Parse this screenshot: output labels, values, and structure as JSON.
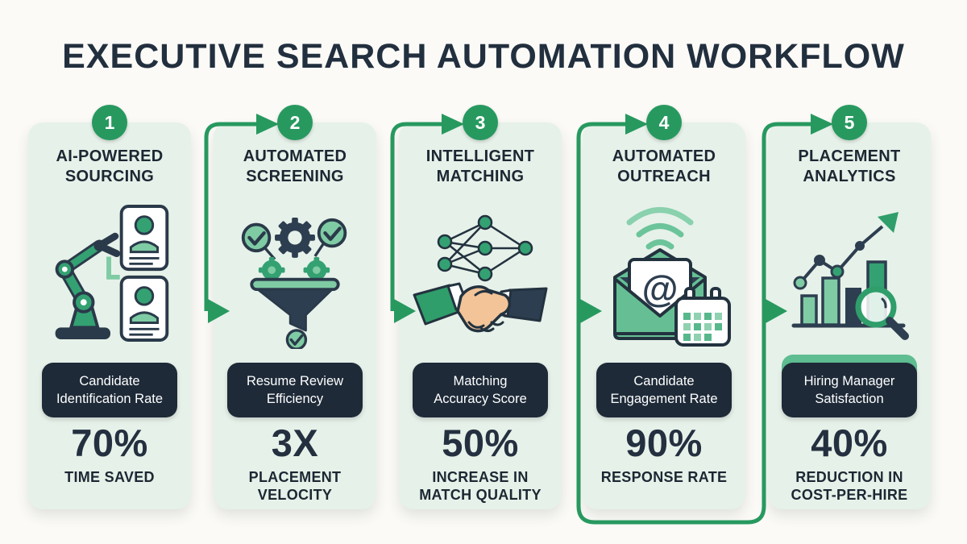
{
  "title": "EXECUTIVE SEARCH AUTOMATION WORKFLOW",
  "colors": {
    "accent_green": "#27995f",
    "mid_green": "#34a172",
    "light_green": "#7fcba4",
    "navy": "#1e2a38",
    "card_bg": "#e6f1e9",
    "page_bg": "#fbfaf7",
    "band_green": "#5fbd92"
  },
  "steps": [
    {
      "number": "1",
      "title_line1": "AI-POWERED",
      "title_line2": "SOURCING",
      "icon": "robot-arm-sourcing-icon",
      "metric_line1": "Candidate",
      "metric_line2": "Identification Rate",
      "stat_value": "70%",
      "caption_line1": "TIME SAVED",
      "caption_line2": ""
    },
    {
      "number": "2",
      "title_line1": "AUTOMATED",
      "title_line2": "SCREENING",
      "icon": "screening-funnel-icon",
      "metric_line1": "Resume Review",
      "metric_line2": "Efficiency",
      "stat_value": "3X",
      "caption_line1": "PLACEMENT",
      "caption_line2": "VELOCITY"
    },
    {
      "number": "3",
      "title_line1": "INTELLIGENT",
      "title_line2": "MATCHING",
      "icon": "handshake-network-icon",
      "metric_line1": "Matching",
      "metric_line2": "Accuracy Score",
      "stat_value": "50%",
      "caption_line1": "INCREASE IN",
      "caption_line2": "MATCH QUALITY"
    },
    {
      "number": "4",
      "title_line1": "AUTOMATED",
      "title_line2": "OUTREACH",
      "icon": "email-calendar-outreach-icon",
      "metric_line1": "Candidate",
      "metric_line2": "Engagement Rate",
      "stat_value": "90%",
      "caption_line1": "RESPONSE RATE",
      "caption_line2": ""
    },
    {
      "number": "5",
      "title_line1": "PLACEMENT",
      "title_line2": "ANALYTICS",
      "icon": "analytics-magnifier-icon",
      "metric_line1": "Hiring Manager",
      "metric_line2": "Satisfaction",
      "stat_value": "40%",
      "caption_line1": "REDUCTION IN",
      "caption_line2": "COST-PER-HIRE"
    }
  ]
}
